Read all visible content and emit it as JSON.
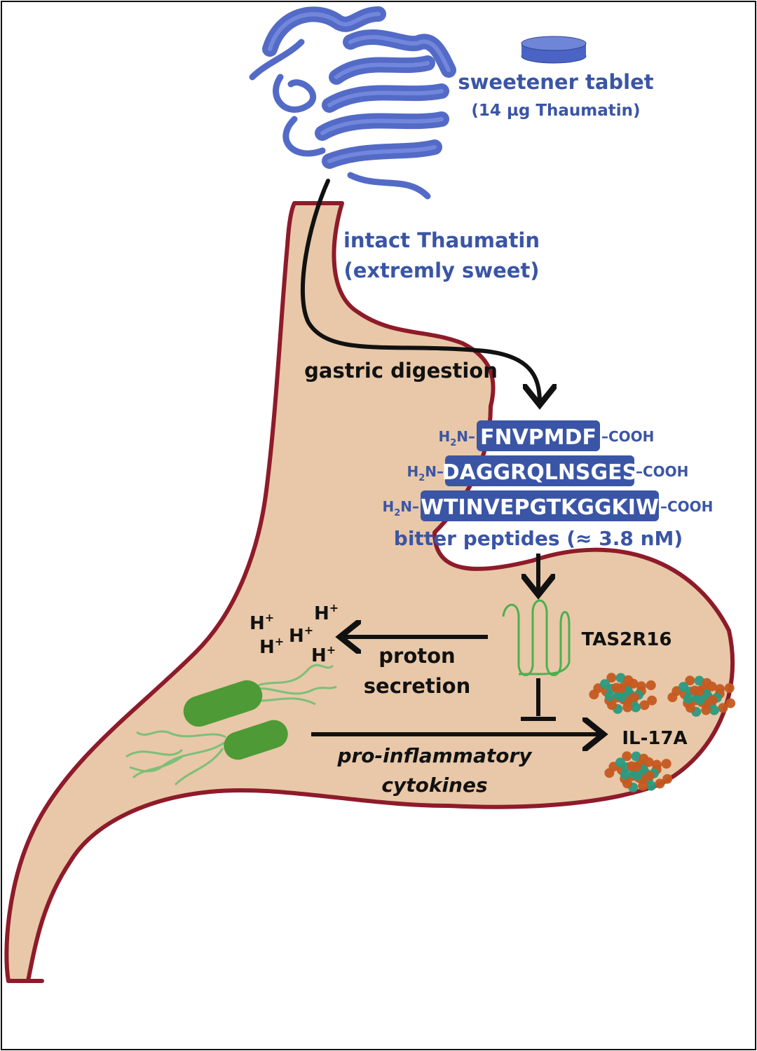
{
  "colors": {
    "stomach_fill": "#e8c8a8",
    "stomach_outline": "#8e1b2a",
    "protein_blue": "#4a63c4",
    "label_blue": "#3a55a6",
    "peptide_box": "#3a55a6",
    "receptor_green": "#4caf50",
    "bacteria_green": "#4e9a36",
    "cytokine_orange": "#c45a20",
    "cytokine_teal": "#2a9a80",
    "arrow": "#111111"
  },
  "labels": {
    "tablet_title": "sweetener tablet",
    "tablet_sub": "(14 µg Thaumatin)",
    "intact_line1": "intact Thaumatin",
    "intact_line2": "(extremly sweet)",
    "gastric": "gastric digestion",
    "bitter": "bitter peptides (≈ 3.8 nM)",
    "receptor": "TAS2R16",
    "proton_line1": "proton",
    "proton_line2": "secretion",
    "il17": "IL-17A",
    "pro_line1": "pro-inflammatory",
    "pro_line2": "cytokines"
  },
  "peptides": [
    {
      "n_term": "H",
      "n_sub": "2",
      "n_rest": "N–",
      "seq": "FNVPMDF",
      "c_term": "–COOH"
    },
    {
      "n_term": "H",
      "n_sub": "2",
      "n_rest": "N–",
      "seq": "DAGGRQLNSGES",
      "c_term": "–COOH"
    },
    {
      "n_term": "H",
      "n_sub": "2",
      "n_rest": "N–",
      "seq": "WTINVEPGTKGGKIW",
      "c_term": "–COOH"
    }
  ],
  "protons": [
    {
      "base": "H",
      "sup": "+"
    },
    {
      "base": "H",
      "sup": "+"
    },
    {
      "base": "H",
      "sup": "+"
    },
    {
      "base": "H",
      "sup": "+"
    },
    {
      "base": "H",
      "sup": "+"
    }
  ],
  "icons": {
    "protein": "thaumatin-protein-icon",
    "tablet": "tablet-icon",
    "receptor": "gpcr-receptor-icon",
    "bacteria": "bacteria-icon",
    "cytokine": "cytokine-protein-icon"
  }
}
